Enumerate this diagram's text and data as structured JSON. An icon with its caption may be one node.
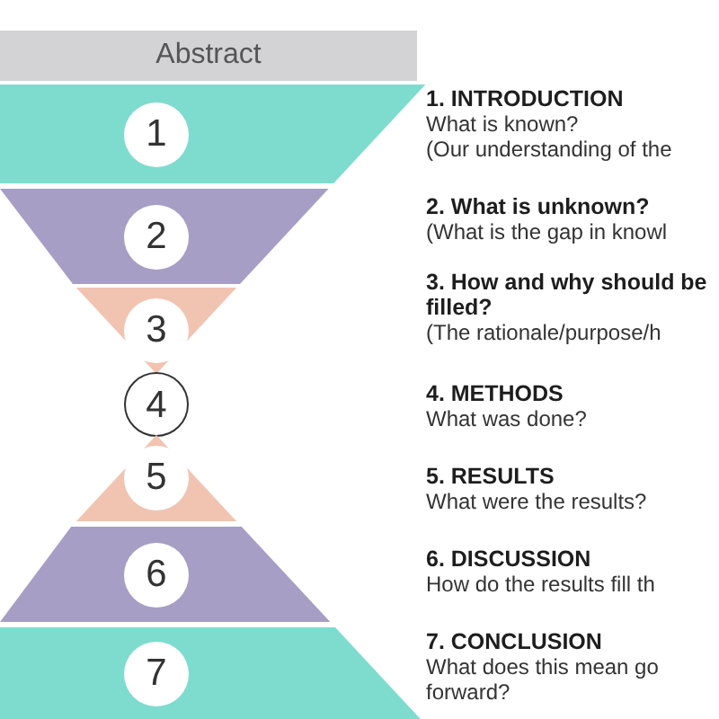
{
  "diagram": {
    "nodes": [
      {
        "text": [
          "Abstract"
        ]
      },
      {
        "text": [
          "1"
        ],
        "beside": [
          "1. INTRODUCTION",
          "What is known?",
          "(Our understanding of the"
        ]
      },
      {
        "text": [
          "2"
        ],
        "beside": [
          "2. What is unknown?",
          "(What is the gap in knowl"
        ]
      },
      {
        "text": [
          "3"
        ],
        "beside": [
          "3. How and why should be filled?",
          "(The rationale/purpose/h"
        ]
      },
      {
        "text": [
          "4"
        ],
        "beside": [
          "4. METHODS",
          "What was done?"
        ]
      },
      {
        "text": [
          "5"
        ],
        "beside": [
          "5. RESULTS",
          "What were the results?"
        ]
      },
      {
        "text": [
          "6"
        ],
        "beside": [
          "6. DISCUSSION",
          "How do the results fill th"
        ]
      },
      {
        "text": [
          "7"
        ],
        "beside": [
          "7. CONCLUSION",
          "What does this mean go forward?"
        ]
      }
    ]
  }
}
